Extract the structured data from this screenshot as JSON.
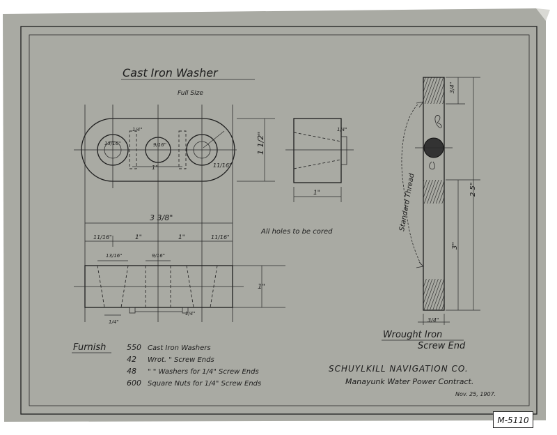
{
  "title": "Cast Iron Washer",
  "scale_note": "Full Size",
  "cored_note": "All holes to be cored",
  "thread_label": "Standard Thread",
  "screw_end_title_line1": "Wrought Iron",
  "screw_end_title_line2": "Screw End",
  "dimensions": {
    "overall_length": "3 3/8\"",
    "height": "1 1/2\"",
    "side_width": "1\"",
    "thickness": "1\"",
    "end_offset_left": "11/16\"",
    "end_offset_right": "11/16\"",
    "spacing_1": "1\"",
    "spacing_2": "1\"",
    "spacing_bottom": "1\"",
    "hole_small_top": "1/4\"",
    "hole_side": "1/4\"",
    "hole_bore_left": "13/16\"",
    "hole_bore_mid": "9/16\"",
    "radius_right": "11/16\"",
    "bottom_left": "1/4\"",
    "bottom_right": "1/4\"",
    "screw_top": "3/4\"",
    "screw_total": "2 5\"",
    "screw_thread": "3\"",
    "screw_dia": "3/4\""
  },
  "furnish": {
    "heading": "Furnish",
    "items": [
      {
        "qty": "550",
        "desc": "Cast Iron Washers"
      },
      {
        "qty": "42",
        "desc": "Wrot.  \"  Screw Ends"
      },
      {
        "qty": "48",
        "desc": "\"    \"  Washers for 1/4\" Screw Ends"
      },
      {
        "qty": "600",
        "desc": "Square Nuts for 1/4\" Screw Ends"
      }
    ]
  },
  "company": "SCHUYLKILL NAVIGATION CO.",
  "contract": "Manayunk Water Power Contract.",
  "date": "Nov. 25, 1907.",
  "ref_number": "M-5110",
  "colors": {
    "paper": "#a9aaa3",
    "ink": "#1e1e1e",
    "background": "#ffffff"
  }
}
